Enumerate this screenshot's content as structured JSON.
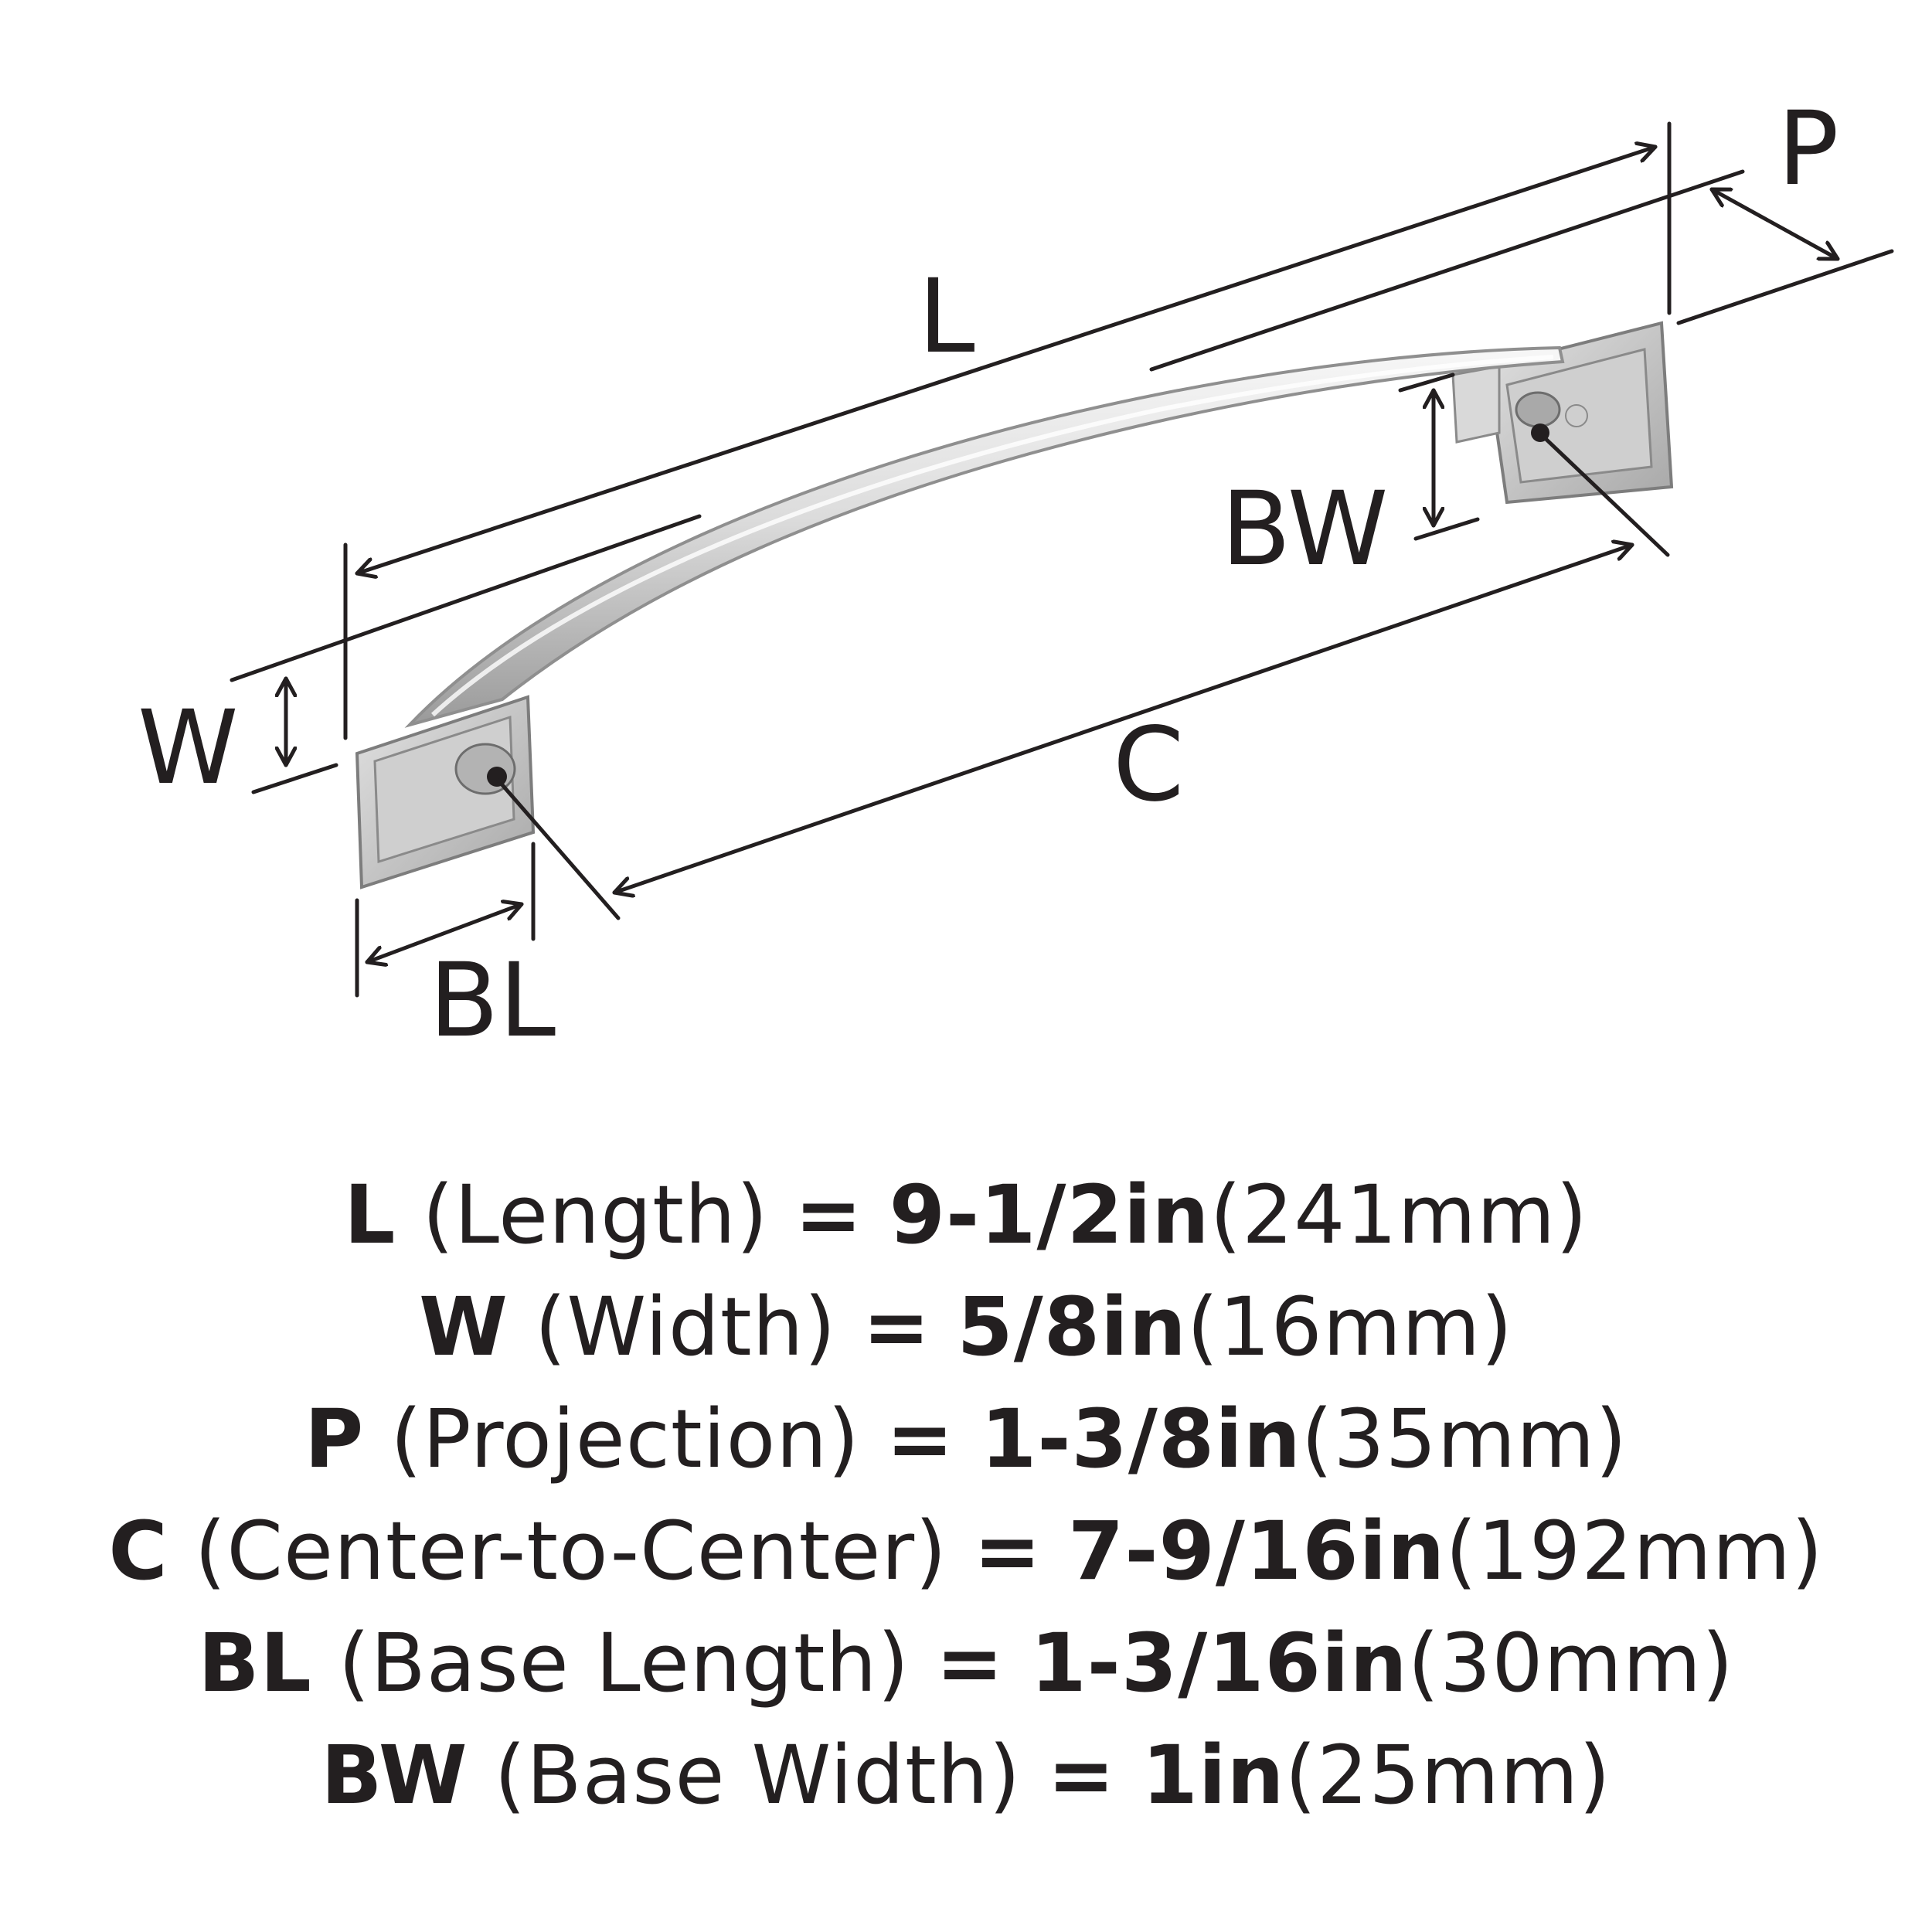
{
  "diagram": {
    "labels": {
      "L": "L",
      "W": "W",
      "P": "P",
      "C": "C",
      "BL": "BL",
      "BW": "BW"
    },
    "colors": {
      "ink": "#231f20",
      "metal_light": "#eeeeee",
      "metal_mid": "#c9c9c9",
      "metal_dark": "#8c8c8c"
    },
    "object": "cabinet-pull-handle"
  },
  "specs": [
    {
      "code": "L",
      "name": "(Length)",
      "eq": "=",
      "imperial": "9-1/2in",
      "metric": "(241mm)"
    },
    {
      "code": "W",
      "name": "(Width)",
      "eq": "=",
      "imperial": "5/8in",
      "metric": "(16mm)"
    },
    {
      "code": "P",
      "name": "(Projection)",
      "eq": "=",
      "imperial": "1-3/8in",
      "metric": "(35mm)"
    },
    {
      "code": "C",
      "name": "(Center-to-Center)",
      "eq": "=",
      "imperial": "7-9/16in",
      "metric": "(192mm)"
    },
    {
      "code": "BL",
      "name": "(Base Length)",
      "eq": "=",
      "imperial": "1-3/16in",
      "metric": "(30mm)"
    },
    {
      "code": "BW",
      "name": "(Base Width)",
      "eq": "=",
      "imperial": "1in",
      "metric": "(25mm)"
    }
  ]
}
